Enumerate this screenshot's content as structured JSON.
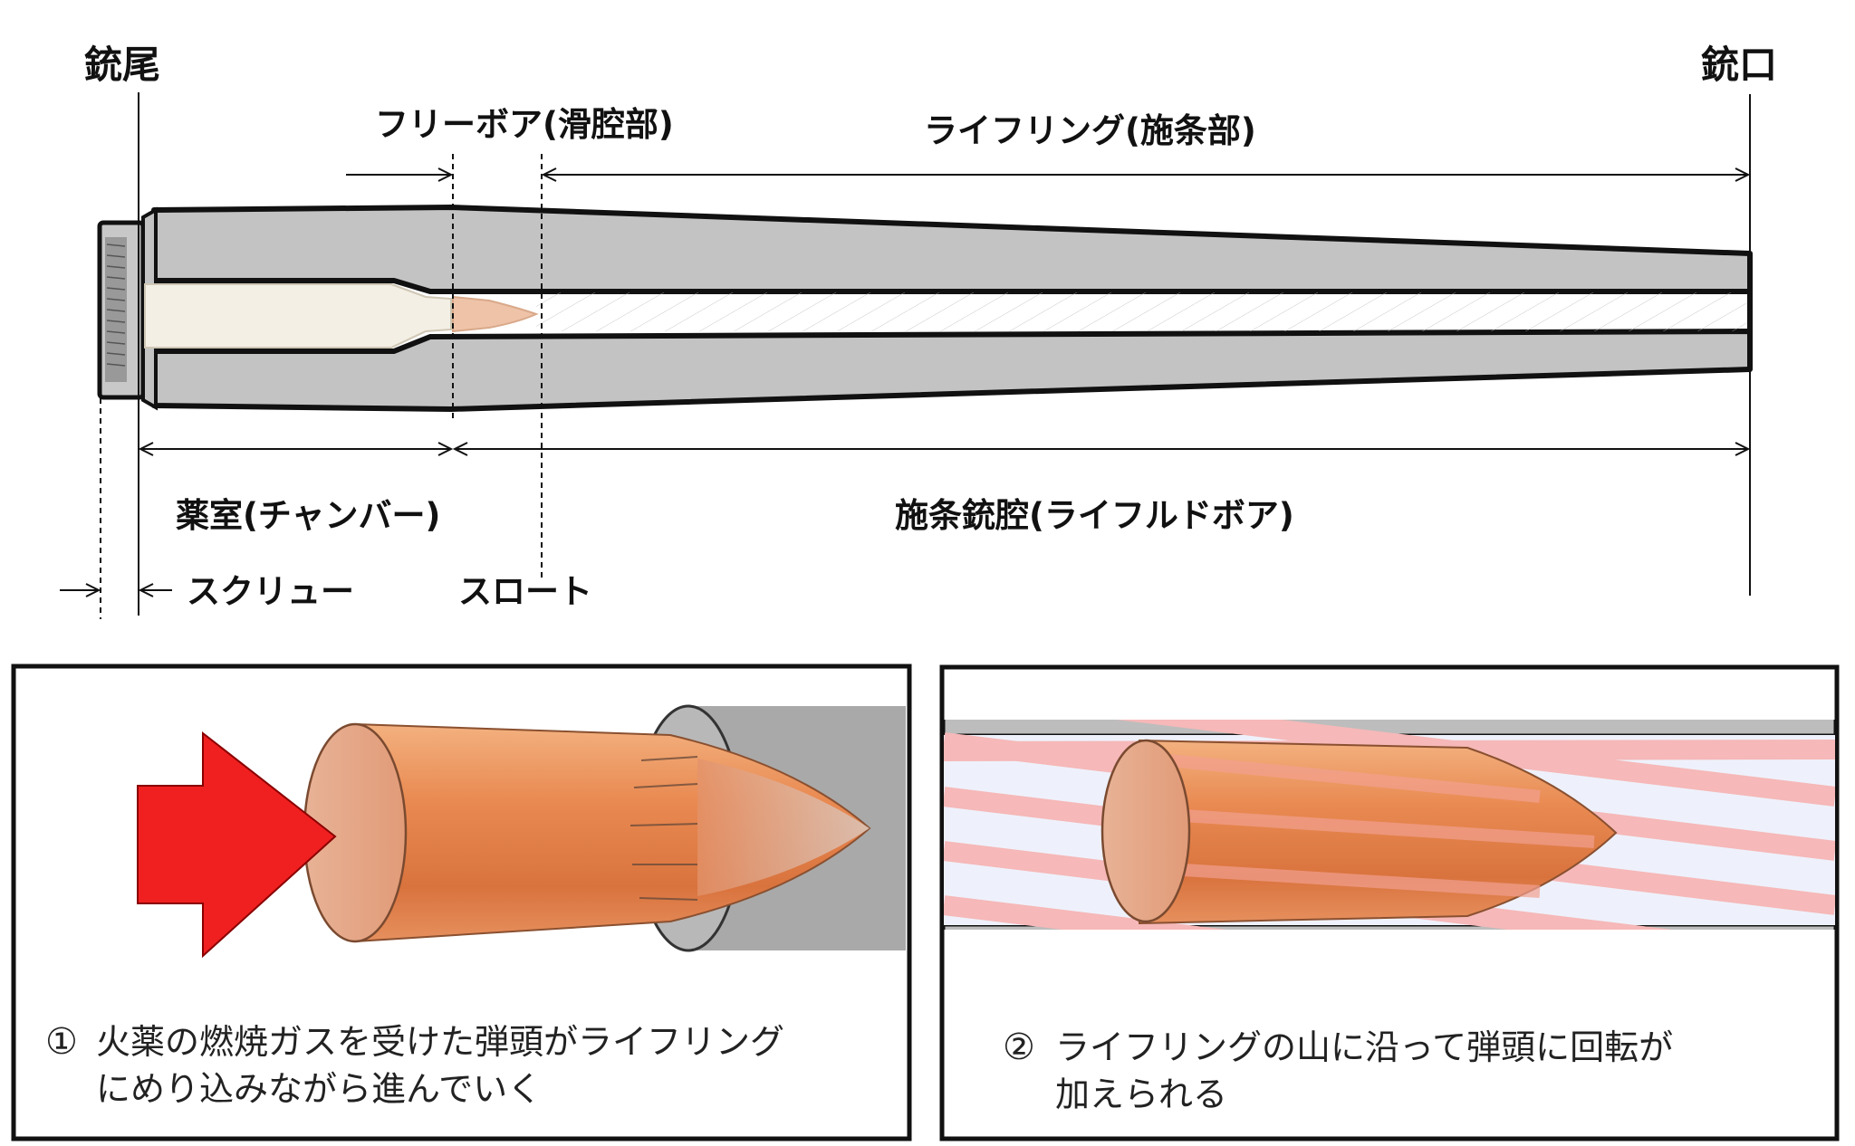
{
  "top_labels": {
    "breech": "銃尾",
    "muzzle": "銃口",
    "freebore": "フリーボア(滑腔部)",
    "rifling": "ライフリング(施条部)",
    "chamber": "薬室(チャンバー)",
    "rifled_bore": "施条銃腔(ライフルドボア)",
    "screw": "スクリュー",
    "throat": "スロート"
  },
  "panel1": {
    "number": "①",
    "line1": "火薬の燃焼ガスを受けた弾頭がライフリング",
    "line2": "にめり込みながら進んでいく",
    "arrow_icon": "red-push-arrow-icon"
  },
  "panel2": {
    "number": "②",
    "line1": "ライフリングの山に沿って弾頭に回転が",
    "line2": "加えられる"
  },
  "colors": {
    "barrel": "#c3c3c3",
    "cartridge_case": "#f3efe4",
    "bullet": "#e8956a",
    "gas_arrow": "#f02020",
    "rifling_stripe": "#f6b8b8",
    "bore_tint": "#eef1fb"
  }
}
